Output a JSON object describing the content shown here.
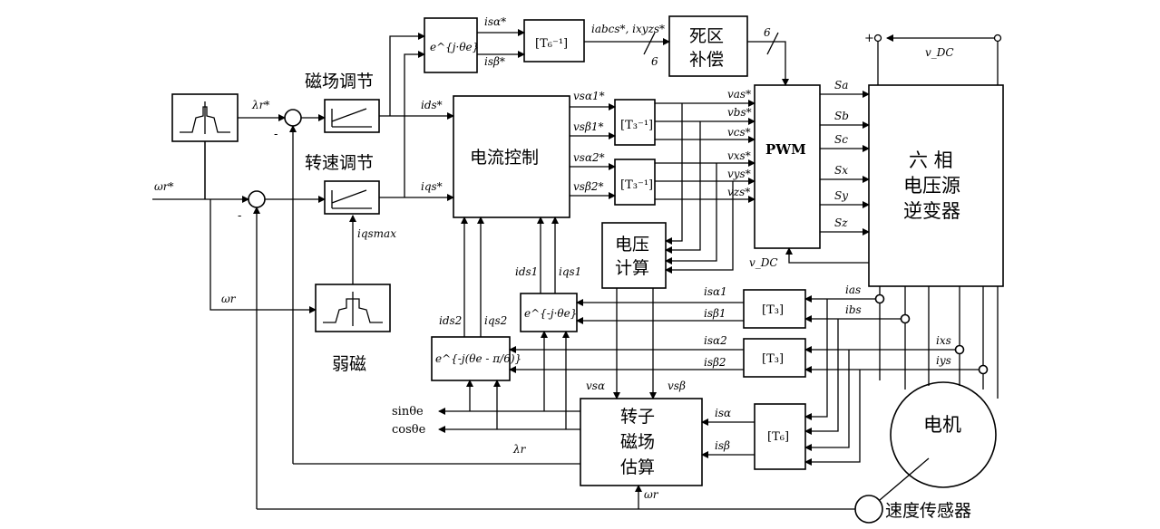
{
  "blocks": {
    "current_control": "电流控制",
    "pwm": "PWM",
    "inverter_l1": "六 相",
    "inverter_l2": "电压源",
    "inverter_l3": "逆变器",
    "deadzone_l1": "死区",
    "deadzone_l2": "补偿",
    "voltage_calc_l1": "电压",
    "voltage_calc_l2": "计算",
    "estimator_l1": "转子",
    "estimator_l2": "磁场",
    "estimator_l3": "估算",
    "motor": "电机",
    "speed_sensor": "速度传感器",
    "flux_reg": "磁场调节",
    "speed_reg": "转速调节",
    "field_weak": "弱磁",
    "t6_inv": "[T₆⁻¹]",
    "t3_inv_1": "[T₃⁻¹]",
    "t3_inv_2": "[T₃⁻¹]",
    "t3_1": "[T₃]",
    "t3_2": "[T₃]",
    "t6": "[T₆]",
    "rot1": "e^{-j·θe}",
    "rot2": "e^{j·θe}",
    "rot3": "e^{-j(θe - π/6)}"
  },
  "signals": {
    "vdc": "v_DC",
    "vdc_small": "v_DC",
    "lambda_ref": "λr*",
    "omega_ref": "ωr*",
    "omega_r": "ωr",
    "omega_r2": "ωr",
    "lambda_r": "λr",
    "ids_ref": "ids*",
    "iqs_ref": "iqs*",
    "iqsmax": "iqsmax",
    "isa_ref": "isα*",
    "isb_ref": "isβ*",
    "iabcs_ref": "iabcs*, ixyzs*",
    "six_1": "6",
    "six_2": "6",
    "vsa1": "vsα1*",
    "vsb1": "vsβ1*",
    "vsa2": "vsα2*",
    "vsb2": "vsβ2*",
    "vas": "vas*",
    "vbs": "vbs*",
    "vcs": "vcs*",
    "vxs": "vxs*",
    "vys": "vys*",
    "vzs": "vzs*",
    "sa": "Sa",
    "sb": "Sb",
    "sc": "Sc",
    "sx": "Sx",
    "sy": "Sy",
    "sz": "Sz",
    "ids1": "ids1",
    "iqs1": "iqs1",
    "ids2": "ids2",
    "iqs2": "iqs2",
    "isa1": "isα1",
    "isb1": "isβ1",
    "isa2": "isα2",
    "isb2": "isβ2",
    "ias": "ias",
    "ibs": "ibs",
    "ixs": "ixs",
    "iys": "iys",
    "isa": "isα",
    "isb": "isβ",
    "vsa": "vsα",
    "vsb": "vsβ",
    "sin": "sinθe",
    "cos": "cosθe",
    "plus": "+",
    "minus": "-"
  }
}
